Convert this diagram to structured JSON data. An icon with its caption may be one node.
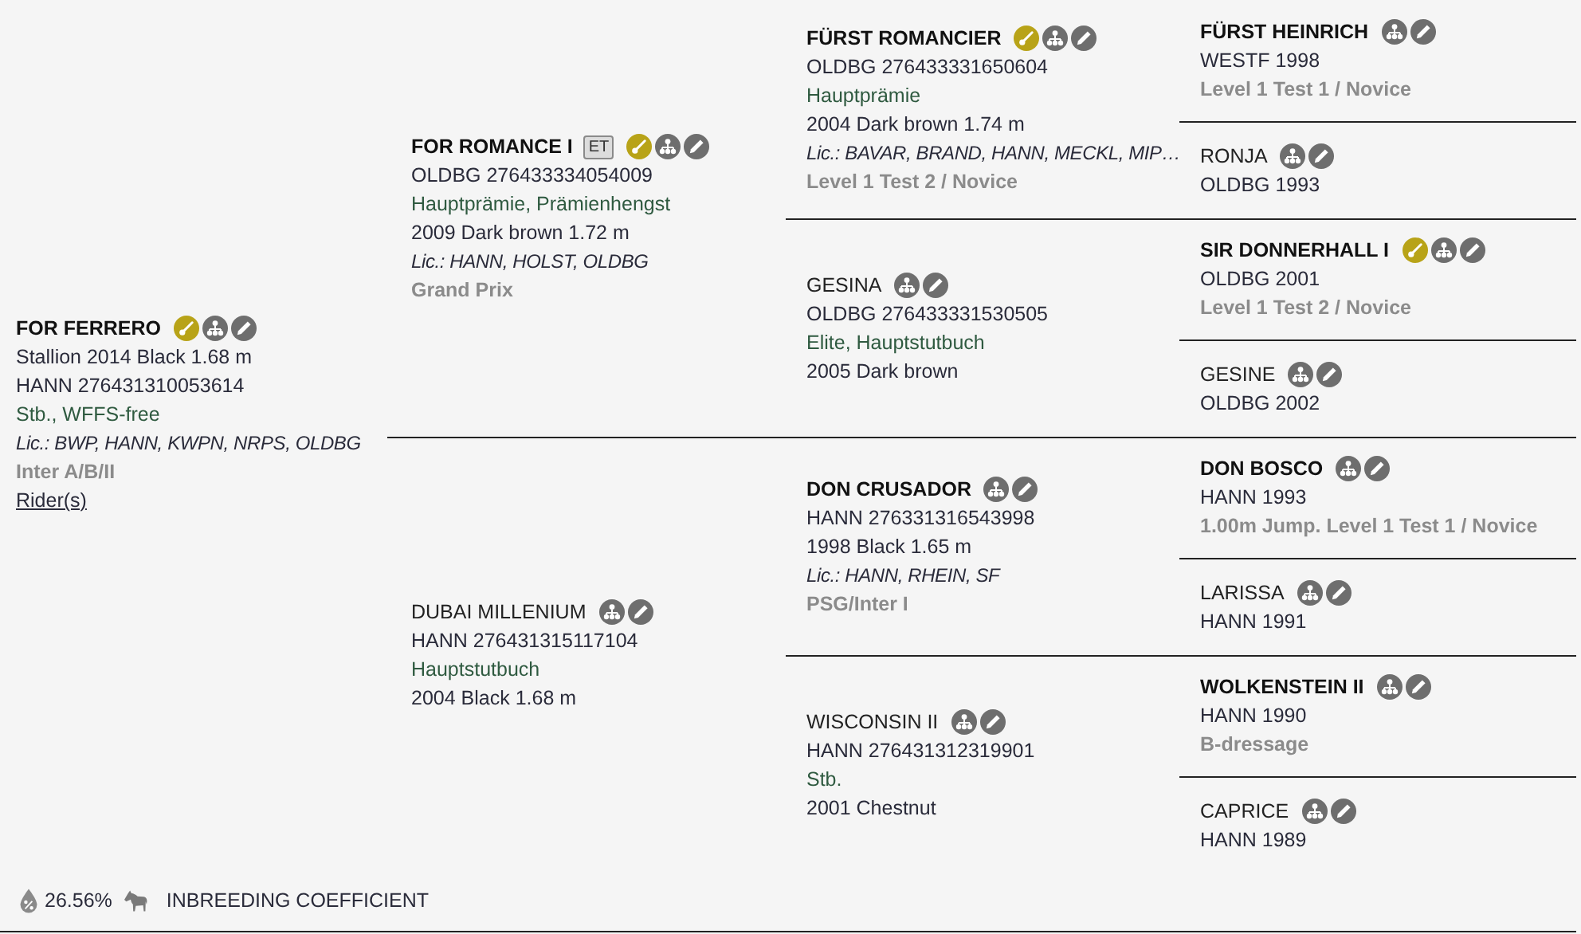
{
  "diagram": {
    "nodes": [
      {
        "text": [
          "FOR FERRERO",
          "Stallion 2014 Black 1.68 m",
          "HANN 276431310053614",
          "Stb., WFFS-free",
          "Lic.: BWP, HANN, KWPN, NRPS, OLDBG",
          "Inter A/B/II",
          "Rider(s)"
        ]
      },
      {
        "text": [
          "FOR ROMANCE I",
          "ET",
          "OLDBG 276433334054009",
          "Hauptprämie, Prämienhengst",
          "2009 Dark brown 1.72 m",
          "Lic.: HANN, HOLST, OLDBG",
          "Grand Prix"
        ]
      },
      {
        "text": [
          "DUBAI MILLENIUM",
          "HANN 276431315117104",
          "Hauptstutbuch",
          "2004 Black 1.68 m"
        ]
      },
      {
        "text": [
          "FÜRST ROMANCIER",
          "OLDBG 276433331650604",
          "Hauptprämie",
          "2004 Dark brown 1.74 m",
          "Lic.: BAVAR, BRAND, HANN, MECKL, MIP…",
          "Level 1 Test 2 / Novice"
        ]
      },
      {
        "text": [
          "GESINA",
          "OLDBG 276433331530505",
          "Elite, Hauptstutbuch",
          "2005 Dark brown"
        ]
      },
      {
        "text": [
          "DON CRUSADOR",
          "HANN 276331316543998",
          "1998 Black 1.65 m",
          "Lic.: HANN, RHEIN, SF",
          "PSG/Inter I"
        ]
      },
      {
        "text": [
          "WISCONSIN II",
          "HANN 276431312319901",
          "Stb.",
          "2001 Chestnut"
        ]
      },
      {
        "text": [
          "FÜRST HEINRICH",
          "WESTF 1998",
          "Level 1 Test 1 / Novice"
        ]
      },
      {
        "text": [
          "RONJA",
          "OLDBG 1993"
        ]
      },
      {
        "text": [
          "SIR DONNERHALL I",
          "OLDBG 2001",
          "Level 1 Test 2 / Novice"
        ]
      },
      {
        "text": [
          "GESINE",
          "OLDBG 2002"
        ]
      },
      {
        "text": [
          "DON BOSCO",
          "HANN 1993",
          "1.00m Jump. Level 1 Test 1 / Novice"
        ]
      },
      {
        "text": [
          "LARISSA",
          "HANN 1991"
        ]
      },
      {
        "text": [
          "WOLKENSTEIN II",
          "HANN 1990",
          "B-dressage"
        ]
      },
      {
        "text": [
          "CAPRICE",
          "HANN 1989"
        ]
      }
    ],
    "labels": [
      "26.56%",
      "INBREEDING COEFFICIENT"
    ]
  }
}
